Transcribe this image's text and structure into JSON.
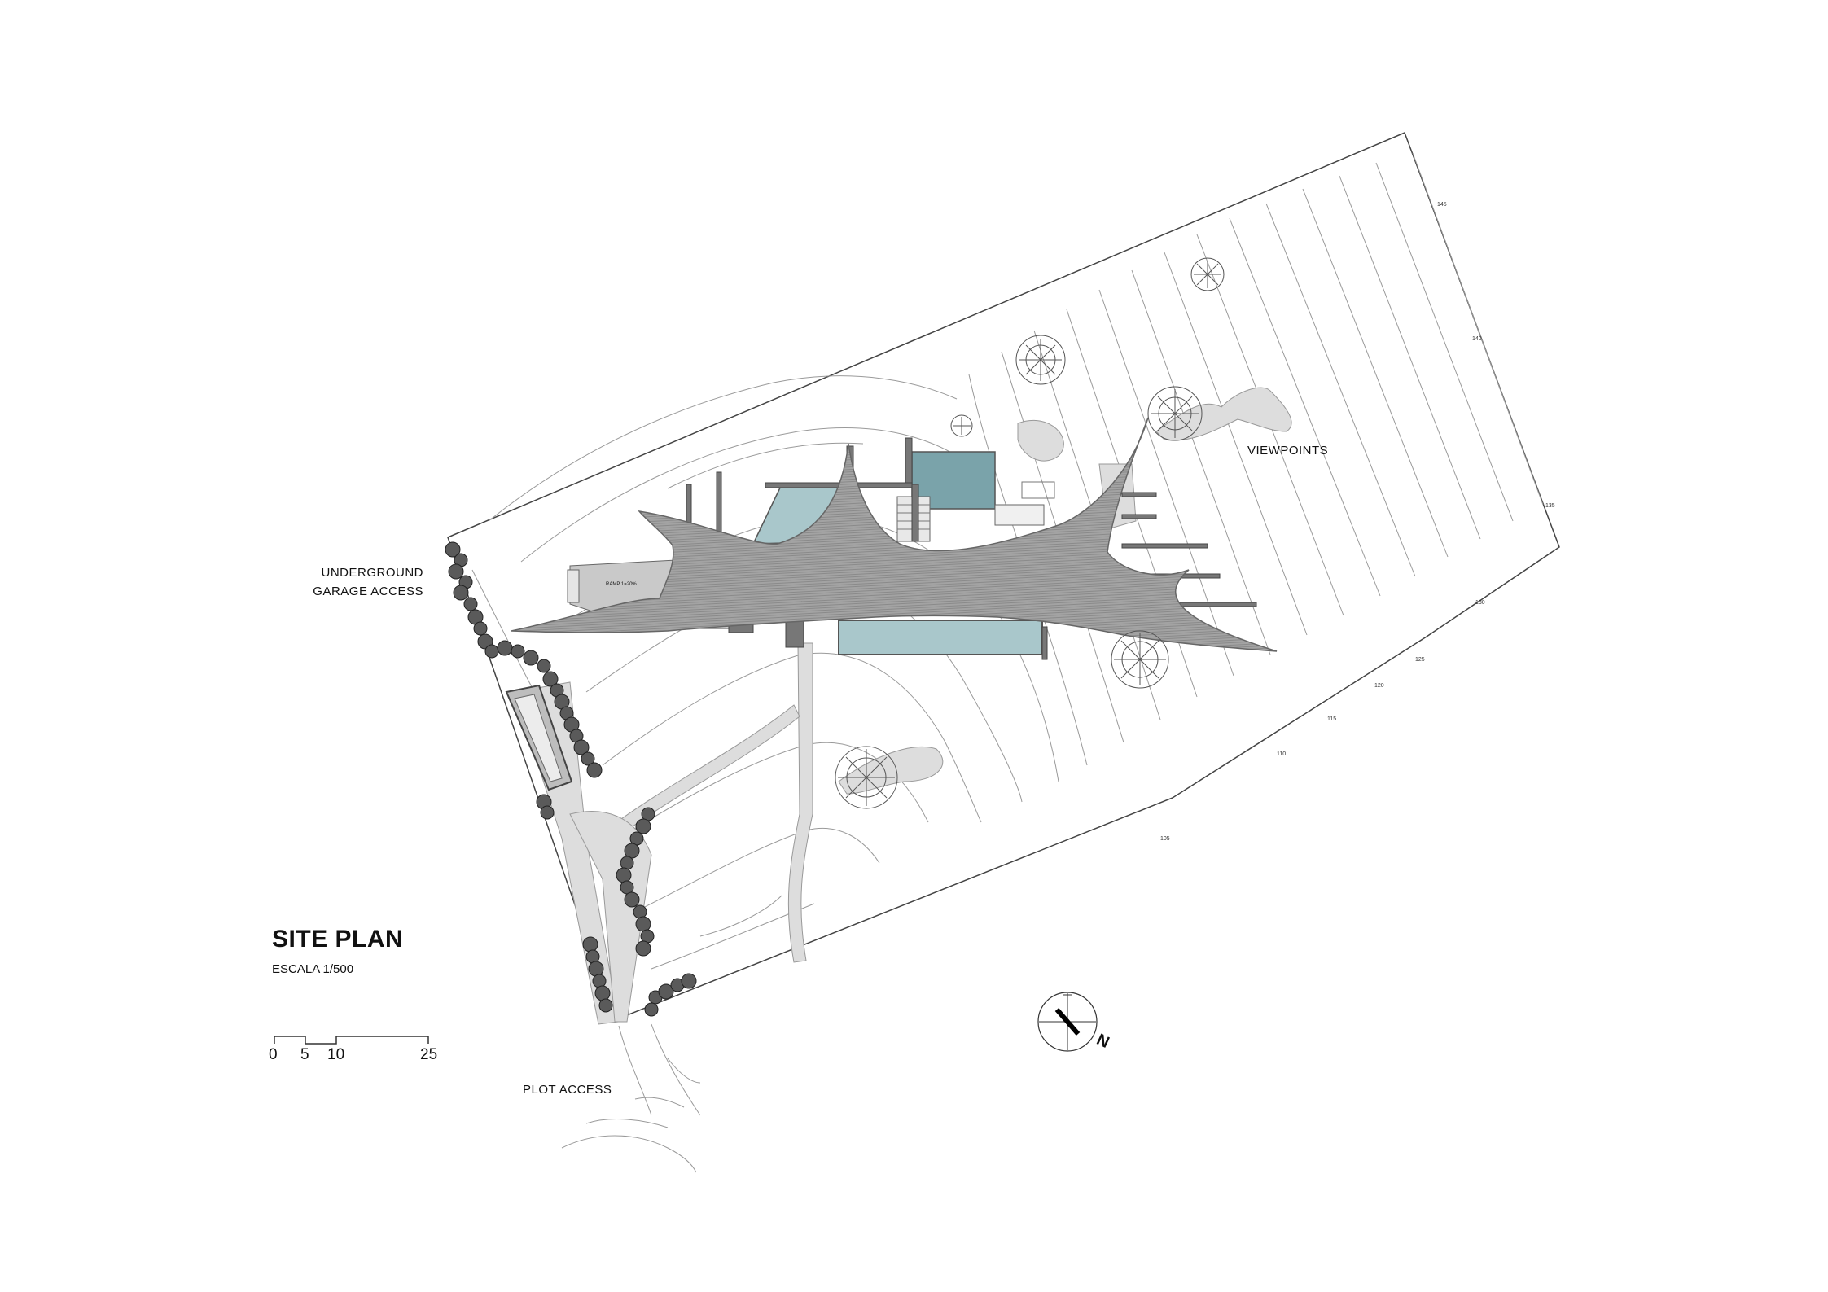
{
  "title": "SITE PLAN",
  "scale_text": "ESCALA 1/500",
  "labels": {
    "garage_line1": "UNDERGROUND",
    "garage_line2": "GARAGE ACCESS",
    "viewpoints": "VIEWPOINTS",
    "plot_access": "PLOT ACCESS",
    "ramp": "RAMP 1=20%",
    "north": "N"
  },
  "scale_bar": {
    "ticks": [
      "0",
      "5",
      "10",
      "25"
    ]
  },
  "colors": {
    "pool": "#7aa3aa",
    "pool_light": "#a9c7cb",
    "roof": "#9a9a9a",
    "paths": "#dddddd",
    "lines": "#555555"
  }
}
